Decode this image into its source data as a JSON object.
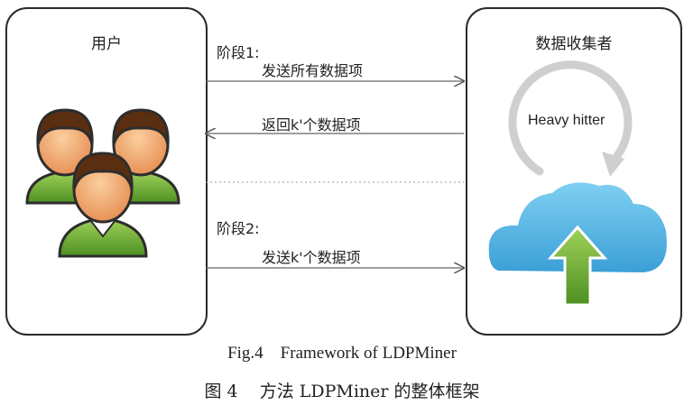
{
  "user": {
    "title": "用户"
  },
  "collector": {
    "title": "数据收集者",
    "cloud_label": "Heavy hitter"
  },
  "phases": [
    {
      "label": "阶段1:",
      "messages": [
        {
          "text": "发送所有数据项",
          "direction": "right"
        },
        {
          "text": "返回k'个数据项",
          "direction": "left"
        }
      ]
    },
    {
      "label": "阶段2:",
      "messages": [
        {
          "text": "发送k'个数据项",
          "direction": "right"
        }
      ]
    }
  ],
  "caption": {
    "en": "Fig.4    Framework of LDPMiner",
    "cn": "图 4    方法 LDPMiner 的整体框架"
  },
  "colors": {
    "skin": "#f2a46a",
    "hair": "#5a2e10",
    "shirt": "#7cbf3a",
    "cloud": "#5ab6e4",
    "arrow_green": "#74b43a"
  }
}
